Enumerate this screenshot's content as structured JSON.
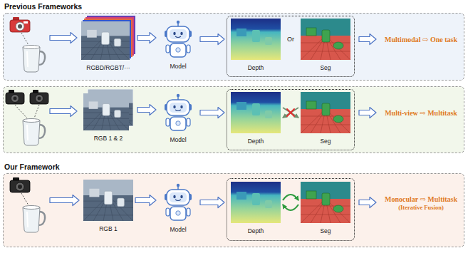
{
  "diagram": {
    "nodes": [
      {
        "text": [
          "Multimodal ⇨ One task"
        ]
      },
      {
        "text": [
          "RGBD/RGBT/···"
        ],
        "in": 0
      },
      {
        "text": [
          "Model"
        ],
        "in": 0
      },
      {
        "text": [
          "Or"
        ],
        "in": 0
      },
      {
        "text": [
          "Depth"
        ],
        "in": 3
      },
      {
        "text": [
          "Seg"
        ],
        "in": 3
      },
      {
        "text": [
          "Multi-view ⇨ Multitask"
        ]
      },
      {
        "text": [
          "RGB 1 & 2"
        ],
        "in": 6
      },
      {
        "text": [
          "Model"
        ],
        "in": 6
      },
      {
        "text": [],
        "in": 6
      },
      {
        "text": [
          "Depth"
        ],
        "in": 9
      },
      {
        "text": [
          "Seg"
        ],
        "in": 9
      },
      {
        "text": [
          "Monocular ⇨ Multitask",
          "(Iterative Fusion)"
        ]
      },
      {
        "text": [
          "RGB 1"
        ],
        "in": 12
      },
      {
        "text": [
          "Model"
        ],
        "in": 12
      },
      {
        "text": [],
        "in": 12
      },
      {
        "text": [
          "Depth"
        ],
        "in": 15
      },
      {
        "text": [
          "Seg"
        ],
        "in": 15
      }
    ],
    "edges": [
      {
        "from": 1,
        "to": 2,
        "arrow": "to"
      },
      {
        "from": 2,
        "to": 3,
        "arrow": "to"
      },
      {
        "from": 7,
        "to": 8,
        "arrow": "to"
      },
      {
        "from": 8,
        "to": 9,
        "arrow": "to"
      },
      {
        "from": 10,
        "to": 11,
        "arrow": "both"
      },
      {
        "from": 13,
        "to": 14,
        "arrow": "to"
      },
      {
        "from": 14,
        "to": 15,
        "arrow": "to"
      },
      {
        "from": 16,
        "to": 17,
        "arrow": "both"
      }
    ],
    "labels": [
      "Previous Frameworks",
      "Our Framework"
    ]
  }
}
